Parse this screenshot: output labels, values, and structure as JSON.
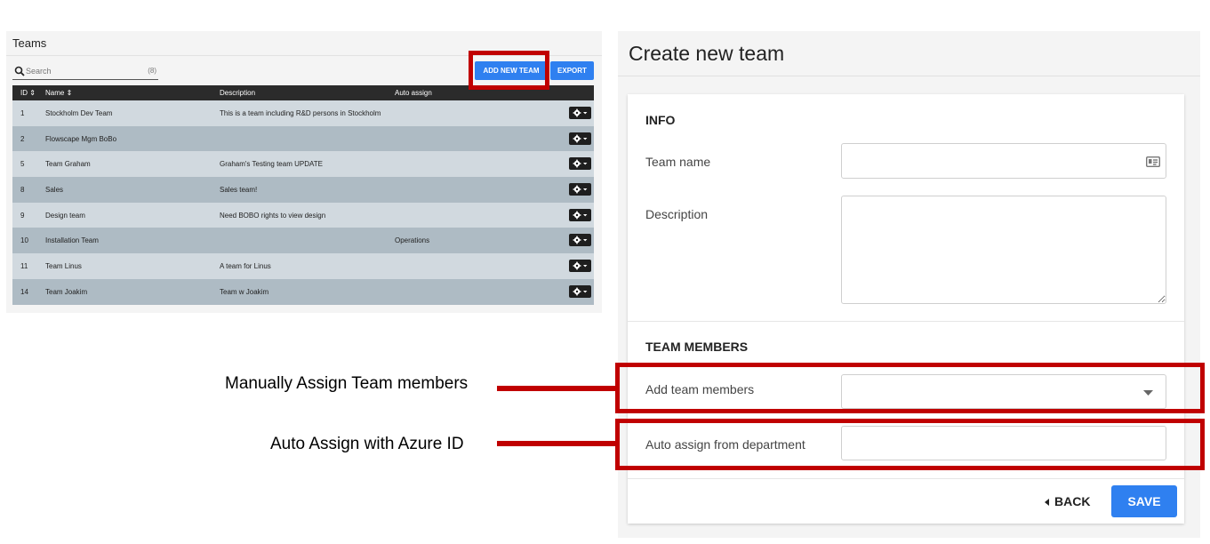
{
  "teams": {
    "title": "Teams",
    "search": {
      "placeholder": "Search",
      "count": "(8)"
    },
    "add_button": "ADD NEW TEAM",
    "export_button": "EXPORT",
    "columns": {
      "id": "ID ⇕",
      "name": "Name ⇕",
      "description": "Description",
      "auto_assign": "Auto assign"
    },
    "rows": [
      {
        "id": "1",
        "name": "Stockholm Dev Team",
        "description": "This is a team including R&D persons in Stockholm",
        "auto_assign": ""
      },
      {
        "id": "2",
        "name": "Flowscape Mgm BoBo",
        "description": "",
        "auto_assign": ""
      },
      {
        "id": "5",
        "name": "Team Graham",
        "description": "Graham's Testing team UPDATE",
        "auto_assign": ""
      },
      {
        "id": "8",
        "name": "Sales",
        "description": "Sales team!",
        "auto_assign": ""
      },
      {
        "id": "9",
        "name": "Design team",
        "description": "Need BOBO rights to view design",
        "auto_assign": ""
      },
      {
        "id": "10",
        "name": "Installation Team",
        "description": "",
        "auto_assign": "Operations"
      },
      {
        "id": "11",
        "name": "Team Linus",
        "description": "A team for Linus",
        "auto_assign": ""
      },
      {
        "id": "14",
        "name": "Team Joakim",
        "description": "Team w Joakim",
        "auto_assign": ""
      }
    ]
  },
  "create": {
    "title": "Create new team",
    "info_heading": "INFO",
    "team_name_label": "Team name",
    "team_name_value": "",
    "description_label": "Description",
    "description_value": "",
    "members_heading": "TEAM MEMBERS",
    "add_members_label": "Add team members",
    "add_members_value": "",
    "auto_assign_label": "Auto assign from department",
    "auto_assign_value": "",
    "back_label": "BACK",
    "save_label": "SAVE"
  },
  "annotations": {
    "manual": "Manually Assign Team members",
    "auto": "Auto Assign with Azure ID"
  },
  "colors": {
    "accent": "#2f80f0",
    "callout": "#c00000",
    "row_light": "#d1d9df",
    "row_dark": "#aebbc4",
    "header": "#2b2b2b"
  }
}
